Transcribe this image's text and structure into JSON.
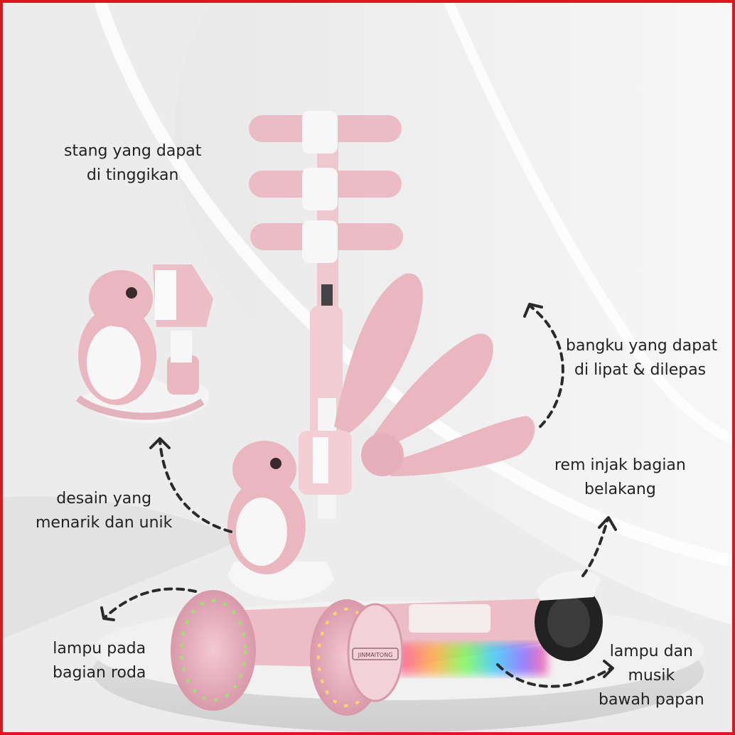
{
  "colors": {
    "frame": "#e0151d",
    "scooter_pink": "#e8b8c0",
    "background": "#f3f3f3",
    "arrow": "#2a2a2a"
  },
  "labels": {
    "handlebar": [
      "stang yang dapat",
      "di tinggikan"
    ],
    "seat": [
      "bangku yang dapat",
      "di lipat & dilepas"
    ],
    "design": [
      "desain yang",
      "menarik dan unik"
    ],
    "brake": [
      "rem injak bagian",
      "belakang"
    ],
    "wheel_lights": [
      "lampu pada",
      "bagian roda"
    ],
    "board_lights": [
      "lampu dan",
      "musik",
      "bawah papan"
    ]
  },
  "brand": "JINMAITONG"
}
